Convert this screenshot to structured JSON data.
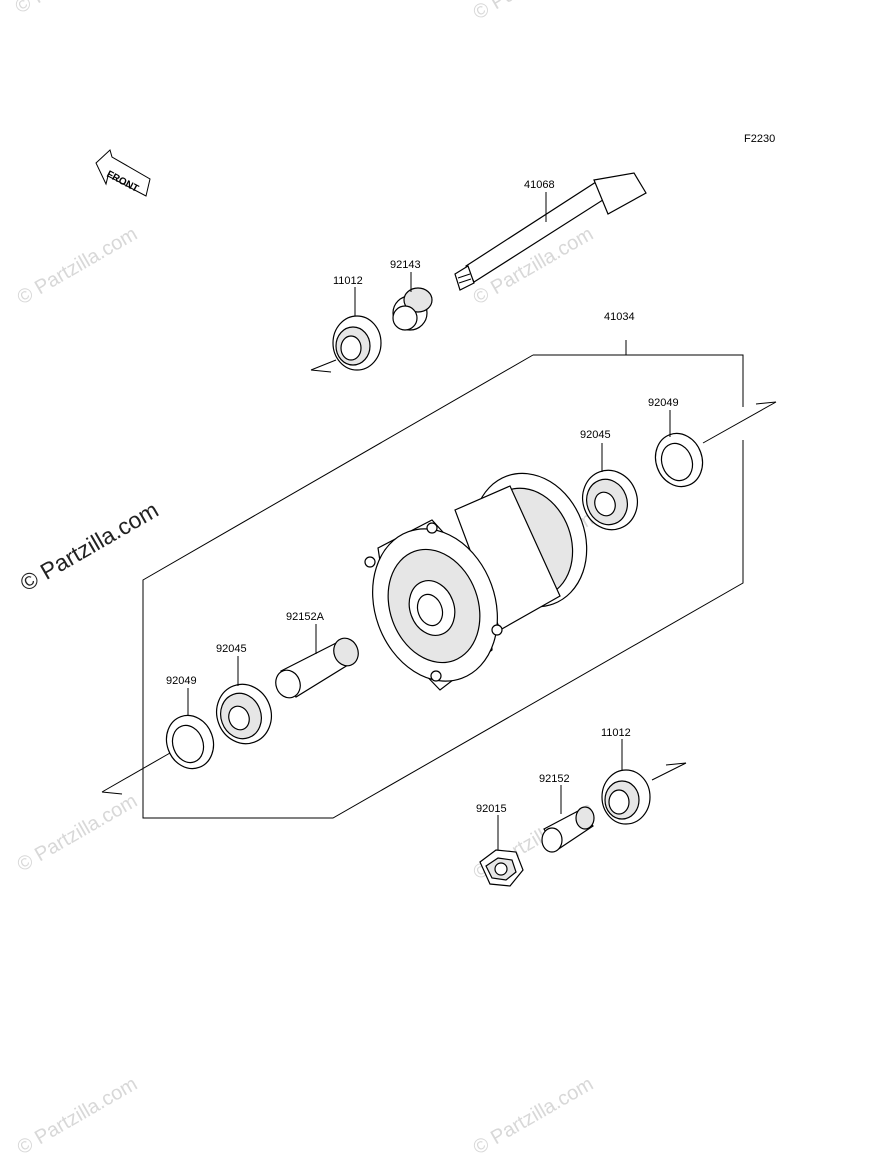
{
  "diagram_code": "F2230",
  "front_arrow": {
    "text": "FRONT"
  },
  "watermarks": {
    "small_text": "© Partzilla.com",
    "big_text": "© Partzilla.com"
  },
  "assembly_label": "41034",
  "callouts": {
    "axle": "41068",
    "collar_top": "92143",
    "seal_top": "11012",
    "seal_right": "92049",
    "bearing_right": "92045",
    "spacer_long": "92152A",
    "bearing_left": "92045",
    "seal_left": "92049",
    "seal_bottom": "11012",
    "collar_bottom": "92152",
    "nut": "92015"
  }
}
